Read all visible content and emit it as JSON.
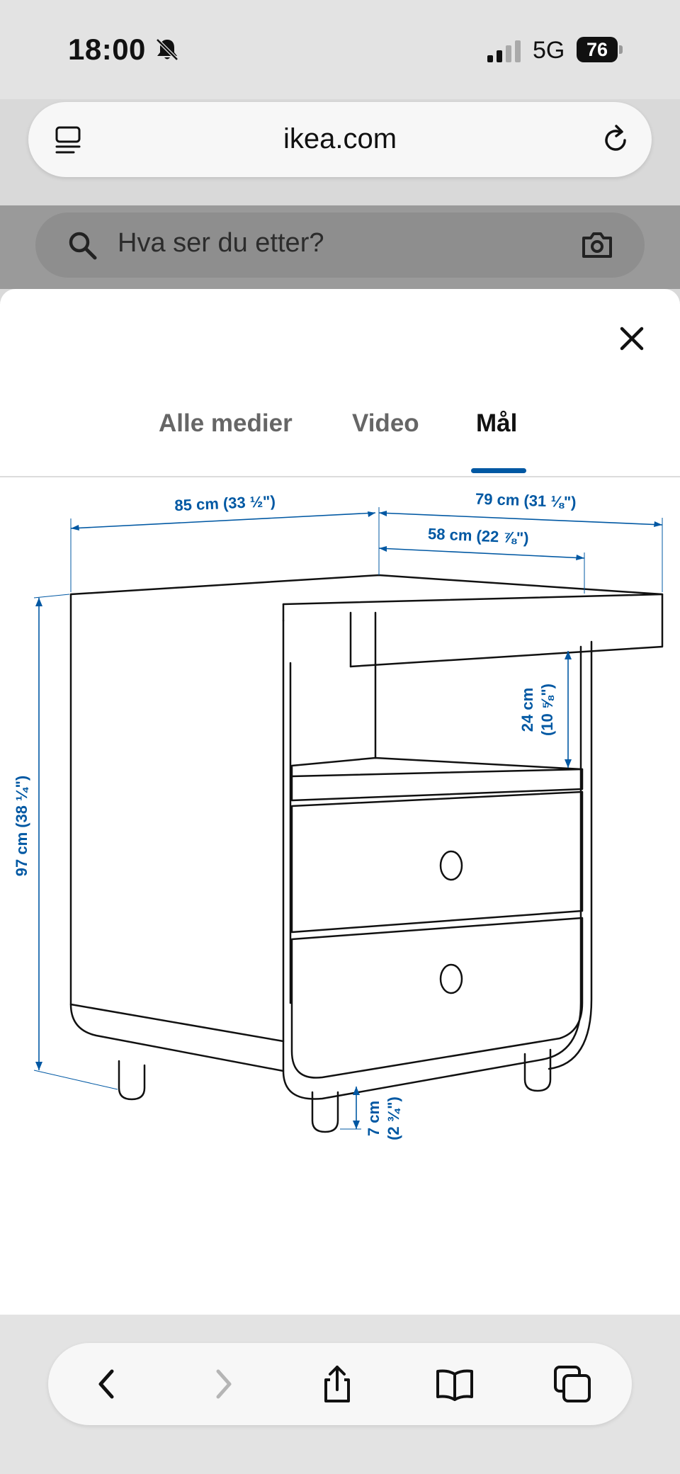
{
  "status_bar": {
    "time": "18:00",
    "network": "5G",
    "battery": "76"
  },
  "browser": {
    "url": "ikea.com"
  },
  "search": {
    "placeholder": "Hva ser du etter?"
  },
  "tabs": [
    {
      "label": "Alle medier",
      "active": false
    },
    {
      "label": "Video",
      "active": false
    },
    {
      "label": "Mål",
      "active": true
    }
  ],
  "dimensions": {
    "width": "85 cm (33 ½\")",
    "depth": "79 cm (31 ⅛\")",
    "inner_depth": "58 cm (22 ⅞\")",
    "height": "97 cm (38 ¼\")",
    "shelf_gap_cm": "24 cm",
    "shelf_gap_in": "(10 ⅝\")",
    "leg_height_cm": "7 cm",
    "leg_height_in": "(2 ¾\")"
  },
  "colors": {
    "accent": "#0058a3",
    "dimension_text": "#0058a3"
  },
  "icons": [
    "bell-slash-icon",
    "signal-icon",
    "battery-icon",
    "tabs-icon",
    "reload-icon",
    "search-icon",
    "camera-icon",
    "close-icon",
    "back-icon",
    "forward-icon",
    "share-icon",
    "bookmarks-icon",
    "tabs-overview-icon"
  ]
}
